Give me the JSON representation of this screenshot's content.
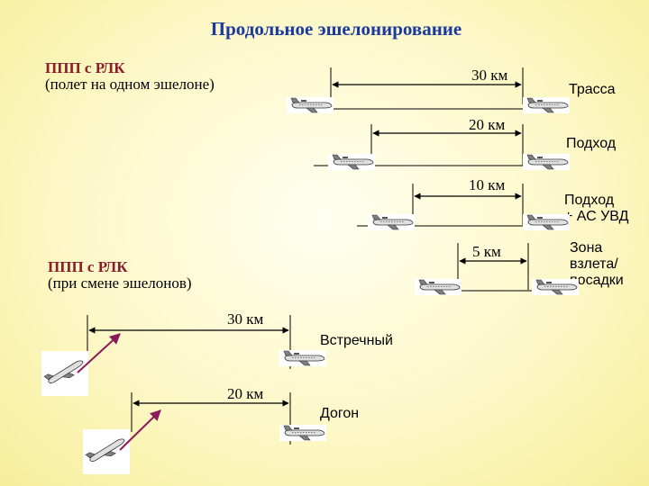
{
  "title": "Продольное эшелонирование",
  "section_same_level": {
    "heading": "ППП с РЛК",
    "subtitle": "(полет на одном эшелоне)"
  },
  "section_level_change": {
    "heading": "ППП с РЛК",
    "subtitle": "(при смене эшелонов)"
  },
  "rows": [
    {
      "distance": "30 км",
      "zone": "Трасса"
    },
    {
      "distance": "20 км",
      "zone": "Подход"
    },
    {
      "distance": "10 км",
      "zone": "Подход\n+ АС УВД"
    },
    {
      "distance": "5 км",
      "zone": "Зона\nвзлета/\nпосадки"
    }
  ],
  "crossing": [
    {
      "distance": "30 км",
      "label": "Встречный"
    },
    {
      "distance": "20 км",
      "label": "Догон"
    }
  ],
  "colors": {
    "title": "#1a3aa0",
    "heading": "#8b1c2c",
    "arrow_climb": "#8b1a5a"
  }
}
